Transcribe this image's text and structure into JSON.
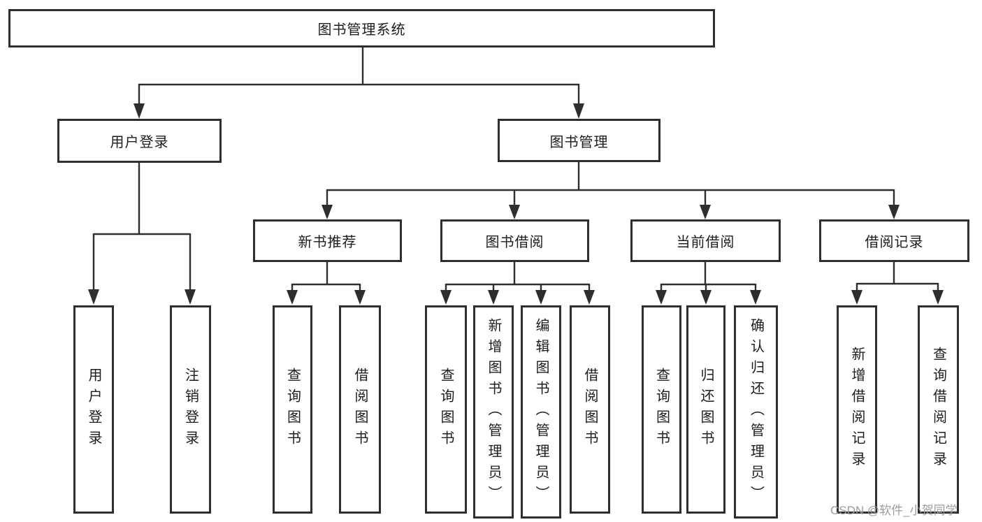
{
  "diagram": {
    "title": "图书管理系统",
    "tree": {
      "root": "图书管理系统",
      "level2": [
        {
          "label": "用户登录",
          "children": [
            "用户登录",
            "注销登录"
          ]
        },
        {
          "label": "图书管理",
          "children": [
            {
              "label": "新书推荐",
              "children": [
                "查询图书",
                "借阅图书"
              ]
            },
            {
              "label": "图书借阅",
              "children": [
                "查询图书",
                "新增图书（管理员）",
                "编辑图书（管理员）",
                "借阅图书"
              ]
            },
            {
              "label": "当前借阅",
              "children": [
                "查询图书",
                "归还图书",
                "确认归还（管理员）"
              ]
            },
            {
              "label": "借阅记录",
              "children": [
                "新增借阅记录",
                "查询借阅记录"
              ]
            }
          ]
        }
      ]
    },
    "colors": {
      "line": "#2e2e2e",
      "box_background": "#ffffff",
      "text": "#1c1c1c",
      "watermark": "#9b9b9b"
    },
    "watermark": "CSDN @软件_小贺同学"
  }
}
